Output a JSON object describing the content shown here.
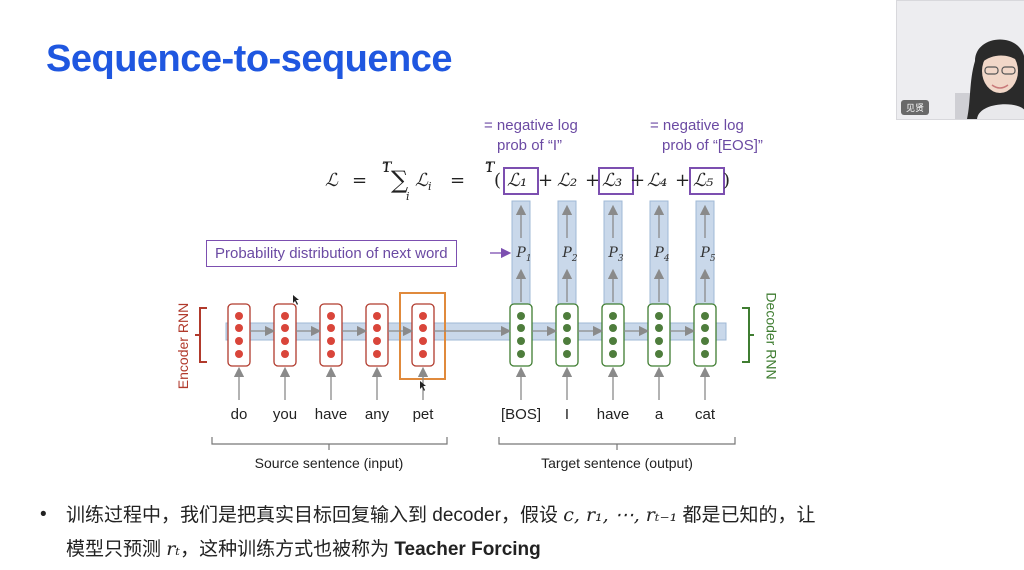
{
  "slide": {
    "title": "Sequence-to-sequence"
  },
  "annotations": {
    "a1_line1": "= negative log",
    "a1_line2": "prob of “I”",
    "a2_line1": "= negative log",
    "a2_line2": "prob of “[EOS]”"
  },
  "equation": {
    "lhs": "ℒ",
    "eq": "=",
    "frac_num": "1",
    "frac_den": "T",
    "sum": "∑",
    "sum_sub": "i",
    "li": "ℒ",
    "li_sub": "i",
    "terms": [
      "ℒ₁",
      "ℒ₂",
      "ℒ₃",
      "ℒ₄",
      "ℒ₅"
    ]
  },
  "prob_label": "Probability distribution of next word",
  "p_labels": [
    "P",
    "P",
    "P",
    "P",
    "P"
  ],
  "p_subs": [
    "1",
    "2",
    "3",
    "4",
    "5"
  ],
  "encoder": {
    "label": "Encoder RNN",
    "words": [
      "do",
      "you",
      "have",
      "any",
      "pet"
    ]
  },
  "decoder": {
    "label": "Decoder RNN",
    "words": [
      "[BOS]",
      "I",
      "have",
      "a",
      "cat"
    ]
  },
  "braces": {
    "source": "Source sentence (input)",
    "target": "Target sentence (output)"
  },
  "bullet": {
    "line1_a": "训练过程中，我们是把真实目标回复输入到 decoder，假设 ",
    "line1_math": "c, r₁, ⋯, rₜ₋₁",
    "line1_b": " 都是已知的，让",
    "line2_a": "模型只预测 ",
    "line2_math": "rₜ",
    "line2_b": "，这种训练方式也被称为 ",
    "line2_strong": "Teacher Forcing"
  },
  "webcam": {
    "tag": "见贤"
  },
  "colors": {
    "title": "#1f57e0",
    "encoder": "#b13a2c",
    "decoder": "#3f7d31",
    "accent": "#7c4fb0",
    "band": "#c9d8ea"
  }
}
